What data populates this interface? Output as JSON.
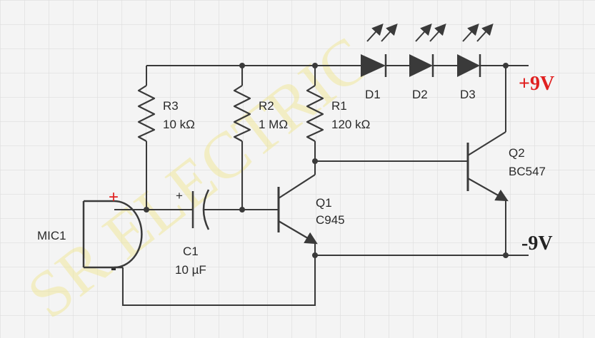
{
  "watermark": "SR ELECTRIC",
  "components": {
    "r3": {
      "ref": "R3",
      "value": "10 kΩ"
    },
    "r2": {
      "ref": "R2",
      "value": "1 MΩ"
    },
    "r1": {
      "ref": "R1",
      "value": "120 kΩ"
    },
    "c1": {
      "ref": "C1",
      "value": "10 µF"
    },
    "q1": {
      "ref": "Q1",
      "value": "C945"
    },
    "q2": {
      "ref": "Q2",
      "value": "BC547"
    },
    "mic": {
      "ref": "MIC1",
      "plus": "+",
      "minus": "-"
    },
    "d1": {
      "ref": "D1"
    },
    "d2": {
      "ref": "D2"
    },
    "d3": {
      "ref": "D3"
    },
    "c1_plus": "+"
  },
  "rails": {
    "positive": "+9V",
    "negative": "-9V",
    "positive_color": "#e02020",
    "negative_color": "#222222"
  },
  "colors": {
    "wire": "#3a3a3a",
    "grid": "#d9d9d9",
    "polarity": "#e02020"
  }
}
